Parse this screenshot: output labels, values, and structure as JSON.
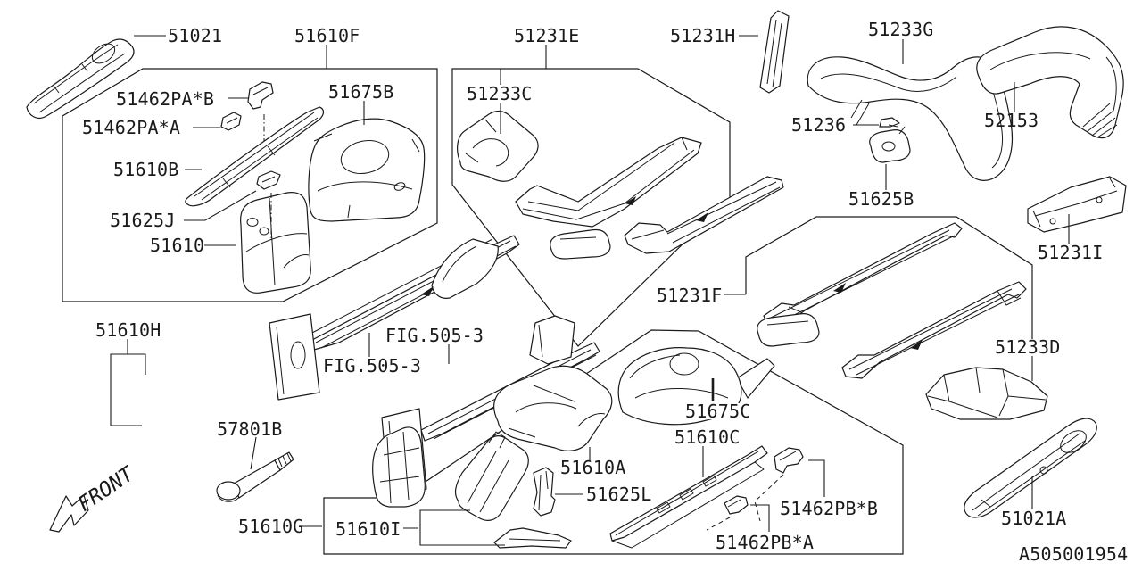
{
  "diagram": {
    "kind": "auto-body-parts-diagram",
    "drawing_id": "A505001954",
    "front_label": "FRONT",
    "colors": {
      "line": "#1a1a1a",
      "background": "#ffffff"
    },
    "fig_refs": [
      "FIG.505-3",
      "FIG.505-3"
    ],
    "part_labels": [
      {
        "code": "51021"
      },
      {
        "code": "51610F"
      },
      {
        "code": "51462PA*B"
      },
      {
        "code": "51462PA*A"
      },
      {
        "code": "51610B"
      },
      {
        "code": "51675B"
      },
      {
        "code": "51625J"
      },
      {
        "code": "51610"
      },
      {
        "code": "51231E"
      },
      {
        "code": "51233C"
      },
      {
        "code": "51231H"
      },
      {
        "code": "51233G"
      },
      {
        "code": "52153"
      },
      {
        "code": "51236"
      },
      {
        "code": "51625B"
      },
      {
        "code": "51231I"
      },
      {
        "code": "51231F"
      },
      {
        "code": "51233D"
      },
      {
        "code": "51610H"
      },
      {
        "code": "57801B"
      },
      {
        "code": "51610A"
      },
      {
        "code": "51675C"
      },
      {
        "code": "51610C"
      },
      {
        "code": "51625L"
      },
      {
        "code": "51462PB*B"
      },
      {
        "code": "51462PB*A"
      },
      {
        "code": "51610G"
      },
      {
        "code": "51610I"
      },
      {
        "code": "51021A"
      }
    ]
  }
}
